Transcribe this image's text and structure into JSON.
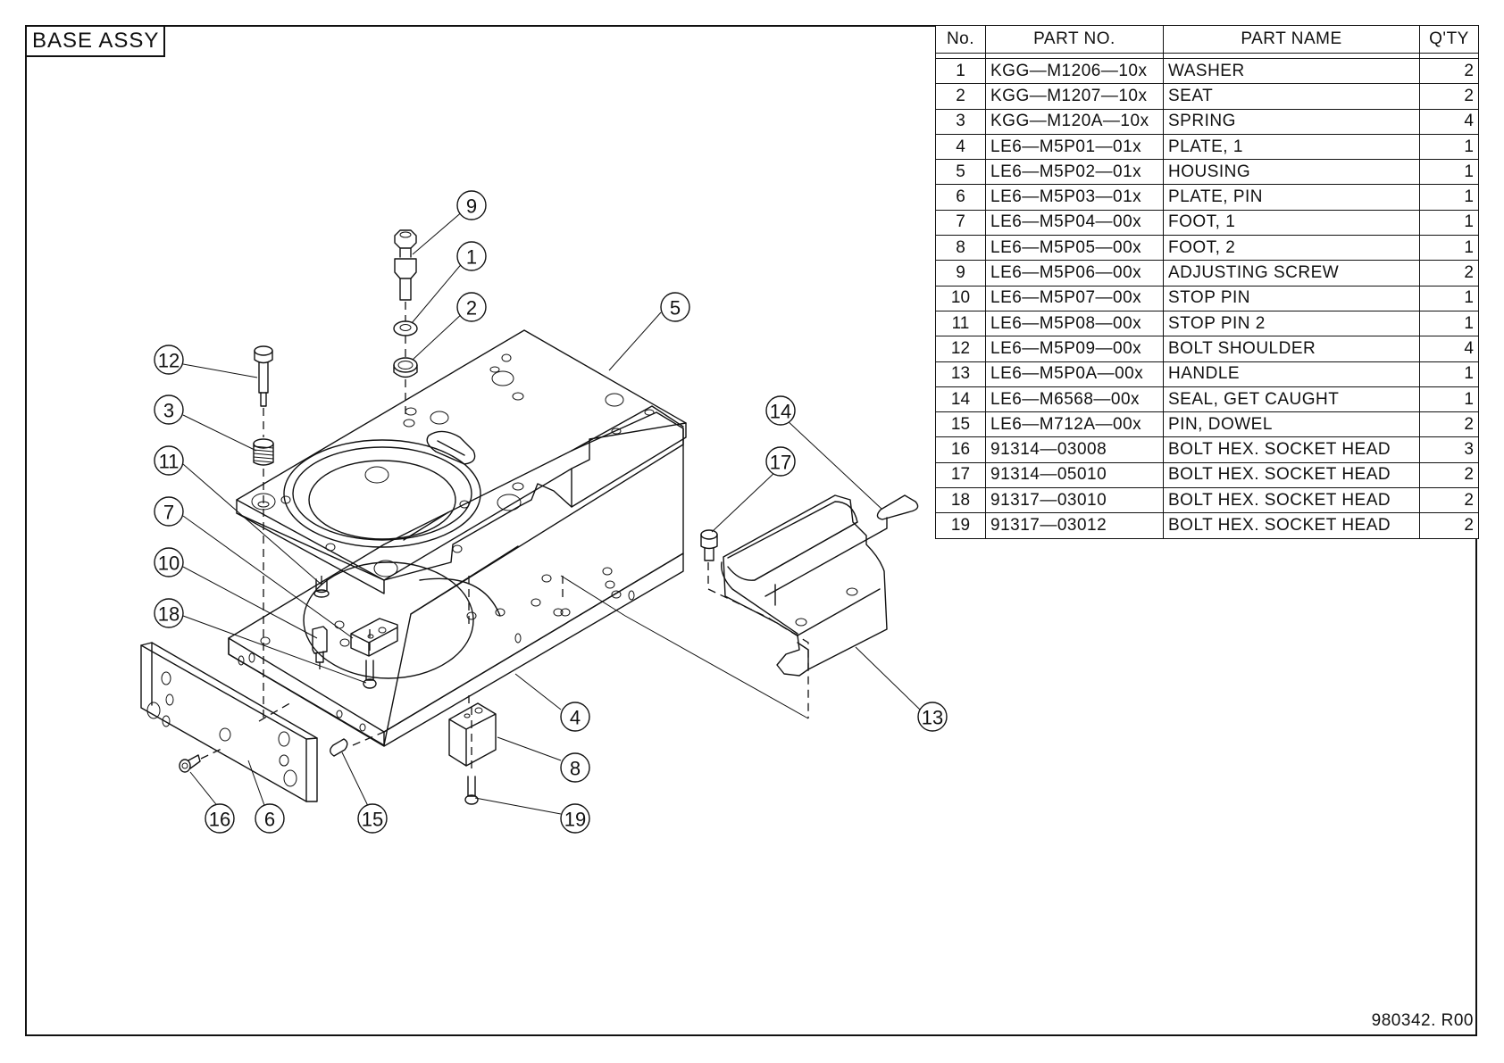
{
  "title": "BASE ASSY",
  "drawing_number": "980342. R00",
  "table": {
    "headers": {
      "no": "No.",
      "part_no": "PART NO.",
      "part_name": "PART NAME",
      "qty": "Q'TY"
    },
    "rows": [
      {
        "no": "1",
        "part_no": "KGG—M1206—10x",
        "part_name": "WASHER",
        "qty": "2"
      },
      {
        "no": "2",
        "part_no": "KGG—M1207—10x",
        "part_name": "SEAT",
        "qty": "2"
      },
      {
        "no": "3",
        "part_no": "KGG—M120A—10x",
        "part_name": "SPRING",
        "qty": "4"
      },
      {
        "no": "4",
        "part_no": "LE6—M5P01—01x",
        "part_name": "PLATE, 1",
        "qty": "1"
      },
      {
        "no": "5",
        "part_no": "LE6—M5P02—01x",
        "part_name": "HOUSING",
        "qty": "1"
      },
      {
        "no": "6",
        "part_no": "LE6—M5P03—01x",
        "part_name": "PLATE, PIN",
        "qty": "1"
      },
      {
        "no": "7",
        "part_no": "LE6—M5P04—00x",
        "part_name": "FOOT, 1",
        "qty": "1"
      },
      {
        "no": "8",
        "part_no": "LE6—M5P05—00x",
        "part_name": "FOOT, 2",
        "qty": "1"
      },
      {
        "no": "9",
        "part_no": "LE6—M5P06—00x",
        "part_name": "ADJUSTING  SCREW",
        "qty": "2"
      },
      {
        "no": "10",
        "part_no": "LE6—M5P07—00x",
        "part_name": "STOP  PIN",
        "qty": "1"
      },
      {
        "no": "11",
        "part_no": "LE6—M5P08—00x",
        "part_name": "STOP  PIN  2",
        "qty": "1"
      },
      {
        "no": "12",
        "part_no": "LE6—M5P09—00x",
        "part_name": "BOLT  SHOULDER",
        "qty": "4"
      },
      {
        "no": "13",
        "part_no": "LE6—M5P0A—00x",
        "part_name": "HANDLE",
        "qty": "1"
      },
      {
        "no": "14",
        "part_no": "LE6—M6568—00x",
        "part_name": "SEAL, GET  CAUGHT",
        "qty": "1"
      },
      {
        "no": "15",
        "part_no": "LE6—M712A—00x",
        "part_name": "PIN, DOWEL",
        "qty": "2"
      },
      {
        "no": "16",
        "part_no": "91314—03008",
        "part_name": "BOLT  HEX. SOCKET  HEAD",
        "qty": "3"
      },
      {
        "no": "17",
        "part_no": "91314—05010",
        "part_name": "BOLT  HEX. SOCKET  HEAD",
        "qty": "2"
      },
      {
        "no": "18",
        "part_no": "91317—03010",
        "part_name": "BOLT  HEX. SOCKET  HEAD",
        "qty": "2"
      },
      {
        "no": "19",
        "part_no": "91317—03012",
        "part_name": "BOLT  HEX. SOCKET  HEAD",
        "qty": "2"
      }
    ]
  },
  "callouts": [
    "1",
    "2",
    "3",
    "4",
    "5",
    "6",
    "7",
    "8",
    "9",
    "10",
    "11",
    "12",
    "13",
    "14",
    "15",
    "16",
    "17",
    "18",
    "19"
  ],
  "components": {
    "washer": "washer-icon",
    "seat": "seat-icon",
    "spring": "spring-icon",
    "plate_1": "base-plate-drawing",
    "housing": "housing-drawing",
    "plate_pin": "pin-plate-drawing",
    "foot_1": "foot-1-drawing",
    "foot_2": "foot-2-drawing",
    "adjusting_screw": "adjusting-screw-icon",
    "stop_pin": "stop-pin-icon",
    "stop_pin_2": "stop-pin-2-icon",
    "bolt_shoulder": "shoulder-bolt-icon",
    "handle": "handle-drawing",
    "seal": "seal-icon",
    "dowel_pin": "dowel-pin-icon",
    "socket_bolts": "socket-head-bolt-icon"
  }
}
